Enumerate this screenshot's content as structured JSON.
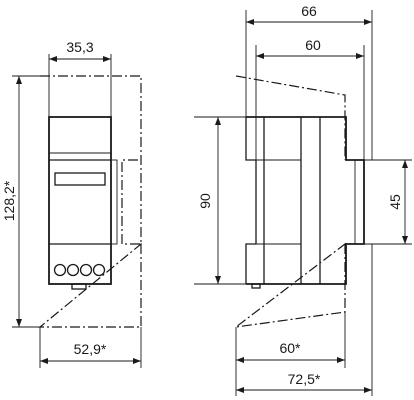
{
  "front_view": {
    "width_module": "35,3",
    "height_with_cover": "128,2*",
    "width_with_cover": "52,9*"
  },
  "side_view": {
    "depth_total": "66",
    "depth_body": "60",
    "height_body": "90",
    "height_front": "45",
    "depth_bottom": "60*",
    "depth_with_cover": "72,5*"
  }
}
